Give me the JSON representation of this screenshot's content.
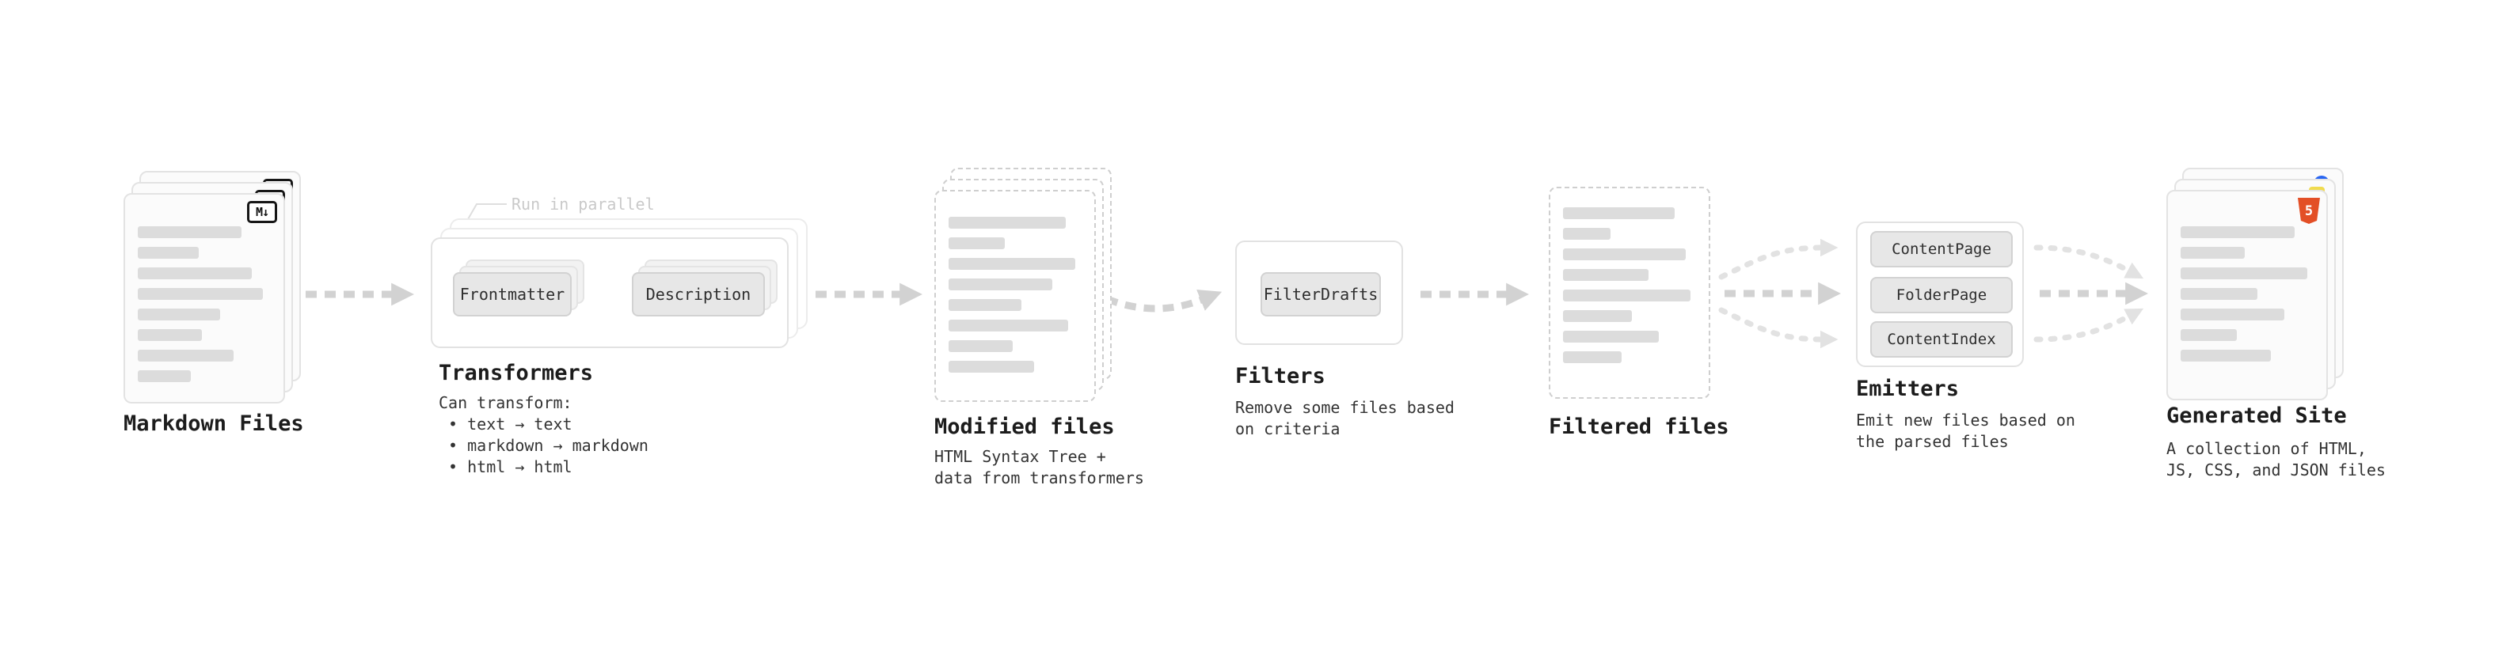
{
  "nodes": {
    "markdown_files": {
      "title": "Markdown Files",
      "badge": "M↓"
    },
    "transformers": {
      "title": "Transformers",
      "annotation": "Run in parallel",
      "buttons": [
        "Frontmatter",
        "Description"
      ],
      "description": "Can transform:\n • text → text\n • markdown → markdown\n • html → html"
    },
    "modified_files": {
      "title": "Modified files",
      "description": "HTML Syntax Tree +\ndata from transformers"
    },
    "filters": {
      "title": "Filters",
      "buttons": [
        "FilterDrafts"
      ],
      "description": "Remove some files based\non criteria"
    },
    "filtered_files": {
      "title": "Filtered files"
    },
    "emitters": {
      "title": "Emitters",
      "buttons": [
        "ContentPage",
        "FolderPage",
        "ContentIndex"
      ],
      "description": "Emit new files based on\nthe parsed files"
    },
    "generated_site": {
      "title": "Generated Site",
      "badge": "5",
      "description": "A collection of HTML,\nJS, CSS, and JSON files"
    }
  },
  "colors": {
    "arrow": "#d2d2d2",
    "arrow_light": "#e2e2e2",
    "bar": "#dcdcdc",
    "html5_orange": "#e34f26",
    "js_yellow": "#f0db4f",
    "css_blue": "#2965f1"
  }
}
